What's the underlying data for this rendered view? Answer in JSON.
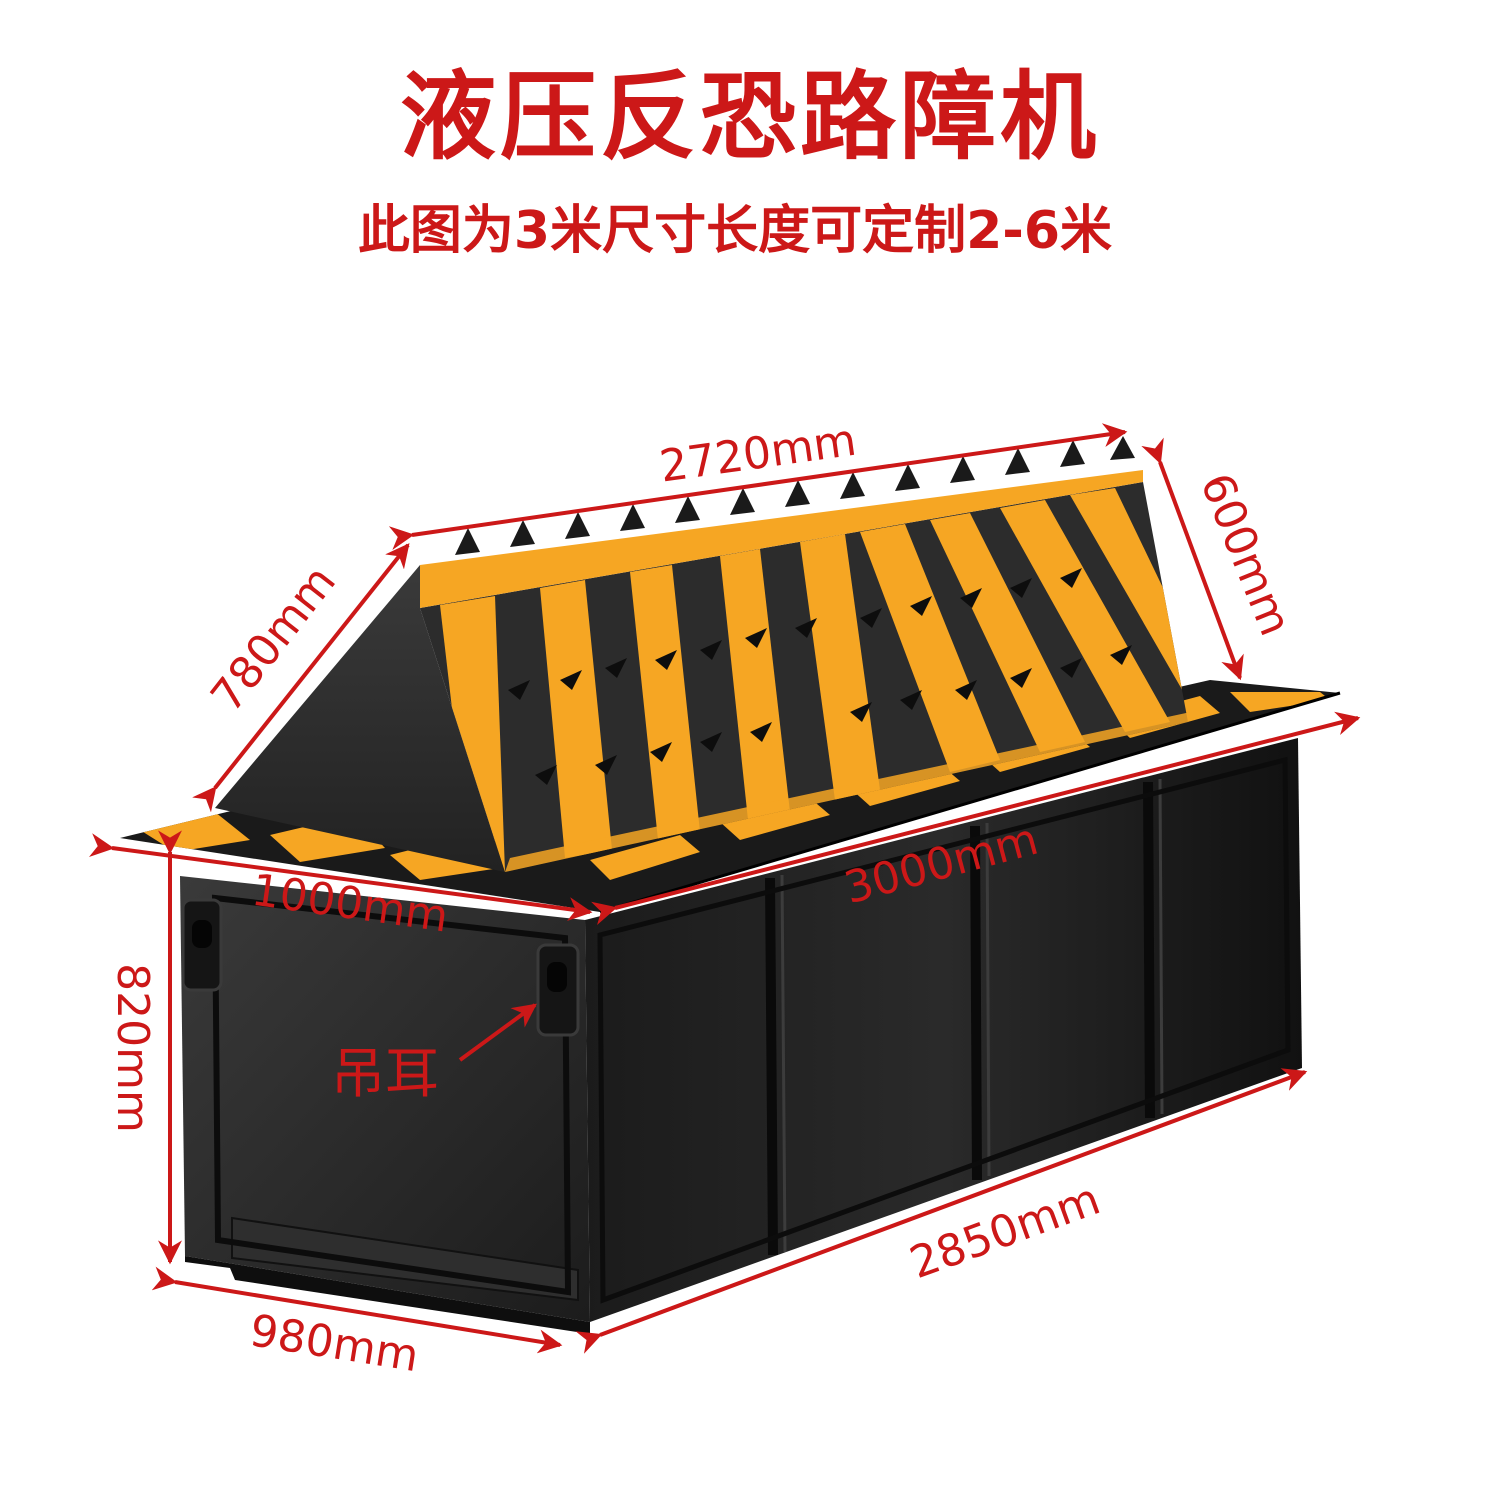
{
  "title": "液压反恐路障机",
  "subtitle": "此图为3米尺寸长度可定制2-6米",
  "dimensions": {
    "top_length": "2720mm",
    "blade_width": "780mm",
    "blade_height": "600mm",
    "plate_length": "3000mm",
    "plate_width": "1000mm",
    "box_height": "820mm",
    "box_length": "2850mm",
    "box_width": "980mm"
  },
  "labels": {
    "lifting_lug": "吊耳"
  },
  "colors": {
    "accent": "#cc1818",
    "stripe": "#f6a623",
    "body": "#1e1e1e"
  }
}
